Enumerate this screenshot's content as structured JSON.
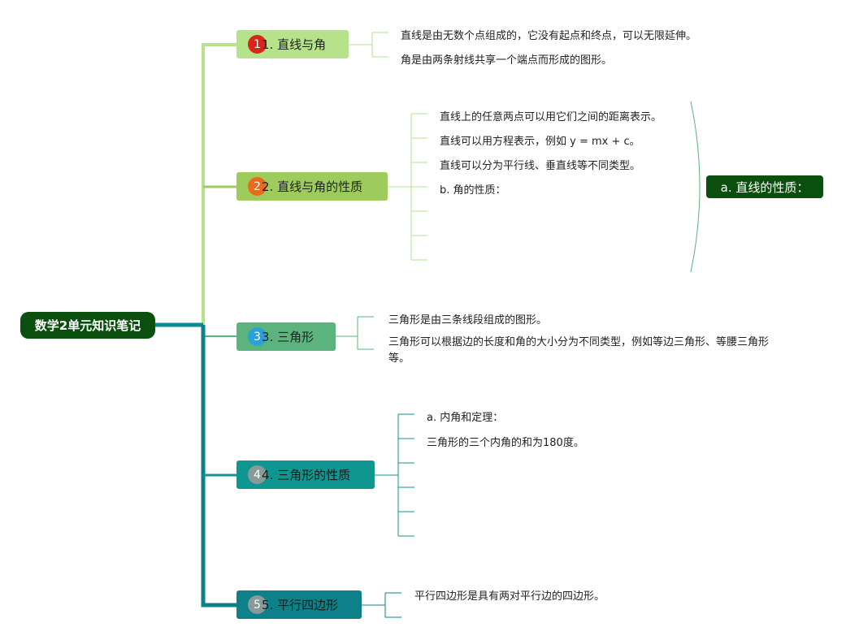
{
  "title": "数学2单元知识笔记",
  "colors": {
    "root": "#0b4f0f",
    "branch1": "#b6e28c",
    "branch2": "#9dcc5c",
    "branch3": "#5bb37e",
    "branch4": "#0f9690",
    "branch5": "#0e8089",
    "trunk": "#0e8a93",
    "side": "#0b4f0f"
  },
  "branches": [
    {
      "badge": "1",
      "badge_color": "#d8261a",
      "label": "1. 直线与角",
      "leaves": [
        "直线是由无数个点组成的，它没有起点和终点，可以无限延伸。",
        "角是由两条射线共享一个端点而形成的图形。"
      ]
    },
    {
      "badge": "2",
      "badge_color": "#e86a1c",
      "label": "2. 直线与角的性质",
      "leaves": [
        "直线上的任意两点可以用它们之间的距离表示。",
        "直线可以用方程表示，例如 y = mx + c。",
        "直线可以分为平行线、垂直线等不同类型。",
        "b. 角的性质：",
        "",
        "",
        ""
      ],
      "side_label": "a. 直线的性质："
    },
    {
      "badge": "3",
      "badge_color": "#2aa1d8",
      "label": "3. 三角形",
      "leaves": [
        "三角形是由三条线段组成的图形。",
        "三角形可以根据边的长度和角的大小分为不同类型，例如等边三角形、等腰三角形等。"
      ]
    },
    {
      "badge": "4",
      "badge_color": "#8a9a9a",
      "label": "4. 三角形的性质",
      "leaves": [
        "a. 内角和定理：",
        "三角形的三个内角的和为180度。",
        "",
        "",
        "",
        ""
      ]
    },
    {
      "badge": "5",
      "badge_color": "#8a9a9a",
      "label": "5. 平行四边形",
      "leaves": [
        "平行四边形是具有两对平行边的四边形。",
        ""
      ]
    }
  ]
}
